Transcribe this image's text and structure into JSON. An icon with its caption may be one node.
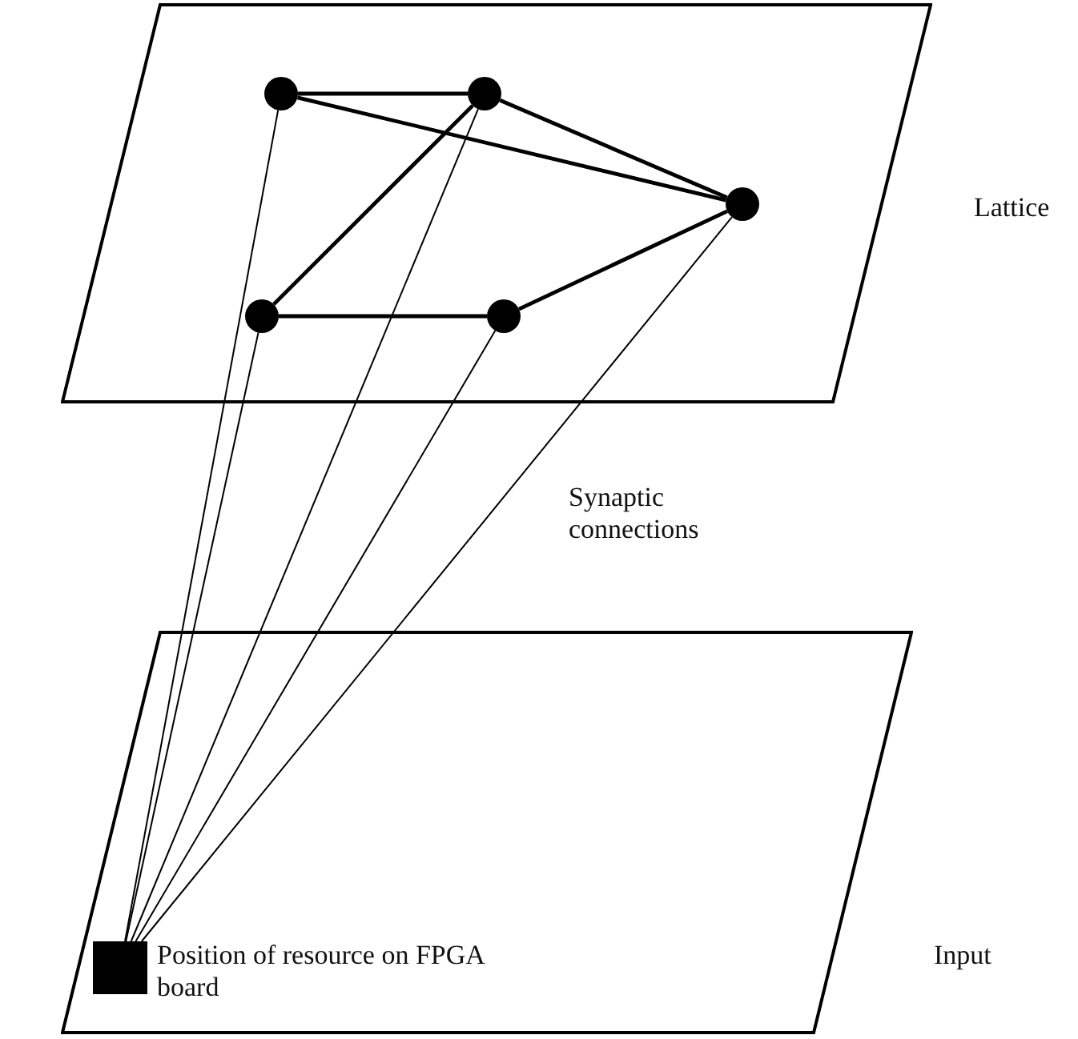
{
  "diagram": {
    "nodes": [
      {
        "text": [],
        "shape": "parallelogram",
        "beside": [
          "Lattice"
        ]
      },
      {
        "text": [],
        "shape": "circle",
        "in": 0
      },
      {
        "text": [],
        "shape": "circle",
        "in": 0
      },
      {
        "text": [],
        "shape": "circle",
        "in": 0
      },
      {
        "text": [],
        "shape": "circle",
        "in": 0
      },
      {
        "text": [],
        "shape": "circle",
        "in": 0
      },
      {
        "text": [],
        "shape": "parallelogram",
        "beside": [
          "Input"
        ]
      },
      {
        "text": [],
        "shape": "box",
        "in": 6,
        "beside": [
          "Position of resource on FPGA board"
        ]
      }
    ],
    "edges": [
      {
        "from": 1,
        "to": 2,
        "arrow": "none"
      },
      {
        "from": 1,
        "to": 3,
        "arrow": "none"
      },
      {
        "from": 2,
        "to": 3,
        "arrow": "none"
      },
      {
        "from": 4,
        "to": 2,
        "arrow": "none"
      },
      {
        "from": 4,
        "to": 5,
        "arrow": "none"
      },
      {
        "from": 5,
        "to": 3,
        "arrow": "none"
      },
      {
        "from": 7,
        "to": 4,
        "arrow": "none"
      },
      {
        "from": 7,
        "to": 1,
        "arrow": "none"
      },
      {
        "from": 7,
        "to": 2,
        "arrow": "none"
      },
      {
        "from": 7,
        "to": 5,
        "arrow": "none"
      },
      {
        "from": 7,
        "to": 3,
        "arrow": "none"
      }
    ],
    "labels": [
      "Synaptic connections"
    ]
  }
}
